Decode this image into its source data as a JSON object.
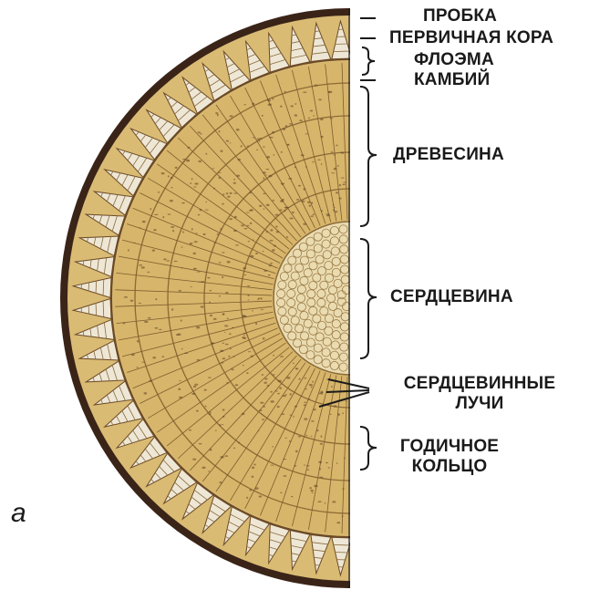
{
  "diagram": {
    "panel_letter": "a",
    "labels": {
      "cork": "ПРОБКА",
      "primary_cortex": "ПЕРВИЧНАЯ КОРА",
      "phloem": "ФЛОЭМА",
      "cambium": "КАМБИЙ",
      "wood": "ДРЕВЕСИНА",
      "pith": "СЕРДЦЕВИНА",
      "medullary_rays_line1": "СЕРДЦЕВИННЫЕ",
      "medullary_rays_line2": "ЛУЧИ",
      "annual_ring_line1": "ГОДИЧНОЕ",
      "annual_ring_line2": "КОЛЬЦО"
    },
    "colors": {
      "bark": "#3a2418",
      "cortex": "#d9bb74",
      "phloem_wedge": "#eee7d6",
      "wood": "#d7b56a",
      "wood_speckle": "#5e4324",
      "pith": "#eadbb0",
      "ink": "#1a1a1a"
    }
  }
}
